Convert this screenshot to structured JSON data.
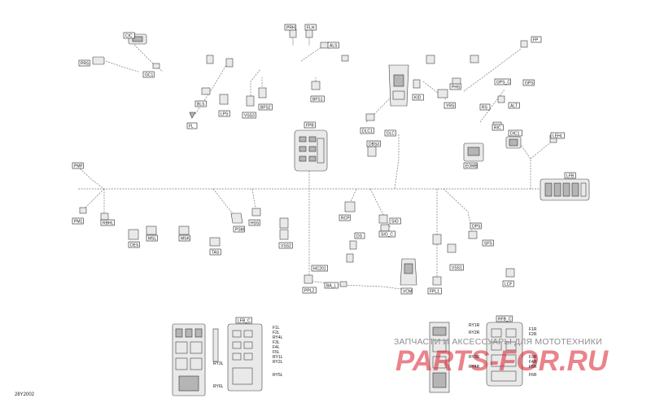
{
  "diagram": {
    "code": "28Y2002",
    "labels": {
      "CIC": "CIC",
      "PRS": "PRS",
      "GC1": "GC1",
      "PRH": "PRH",
      "FLH": "FLH",
      "ALS": "ALS",
      "FP": "FP",
      "GPS_C": "GPS_C",
      "GPS": "GPS",
      "BLS": "BLS",
      "FL": "FL",
      "LPS": "LPS",
      "VSS3": "VSS3",
      "BFS2": "BFS2",
      "BFS1": "BFS1",
      "FPB": "FPB",
      "DLC1": "DLC1",
      "DLC": "DLC",
      "KID": "KID",
      "YRS": "YRS",
      "PHS": "PHS",
      "RS": "RS",
      "ALT": "ALT",
      "RIC": "RIC",
      "DIC1": "DIC1",
      "LEHL": "LEHL",
      "DBS3": "DBS3",
      "EOMB": "EOMB",
      "LFB": "LFB",
      "PMF": "PMF",
      "PM1": "PM1",
      "RBHL": "RBHL",
      "DES": "DES",
      "MSL": "MSL",
      "MSK": "MSK",
      "TAS": "TAS",
      "PSM": "PSM",
      "HSS": "HSS",
      "VSS2": "VSS2",
      "RCP": "RCP",
      "SIO": "SIO",
      "SIO_C": "SIO_C",
      "DS": "DS",
      "DPS": "DPS",
      "SFS": "SFS",
      "HC201": "HC201",
      "PPL2": "PPL2",
      "BA_L": "BA_L",
      "VCM": "VCM",
      "FPL1": "FPL1",
      "VSS1": "VSS1",
      "LCF": "LCF",
      "LFB_C": "LFB_C",
      "RFB_C": "RFB_C"
    },
    "fuse_labels_left": [
      "F1L",
      "F2L",
      "RY4L",
      "F3L",
      "F4L",
      "F5L",
      "RY1L",
      "RY2L",
      "RY3L",
      "RY5L",
      "RY6L"
    ],
    "fuse_labels_right": [
      "RY1R",
      "RY2R",
      "RY3R",
      "RY4R",
      "F1R",
      "F2R",
      "F3R",
      "F4R",
      "F5R",
      "F6R"
    ]
  },
  "watermark": {
    "top_line": "ЗАПЧАСТИ И АКСЕССУАРЫ ДЛЯ МОТОТЕХНИКИ",
    "brand": "PARTS-FOR.RU"
  },
  "colors": {
    "watermark_red": "#d81e2c",
    "wire": "#777777",
    "label_border": "#222222"
  }
}
